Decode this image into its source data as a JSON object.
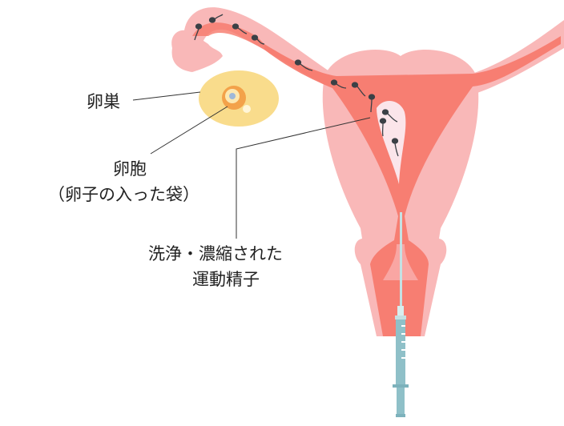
{
  "labels": {
    "ovary": "卵巣",
    "follicle": "卵胞",
    "follicle_note": "（卵子の入った袋）",
    "sperm_line1": "洗浄・濃縮された",
    "sperm_line2": "運動精子"
  },
  "colors": {
    "outer_tissue": "#f9b8b8",
    "inner_tissue": "#f6786a",
    "ovary": "#f9dc8c",
    "follicle": "#f3a24a",
    "syringe": "#8fc0c8",
    "sperm": "#3b4046"
  }
}
